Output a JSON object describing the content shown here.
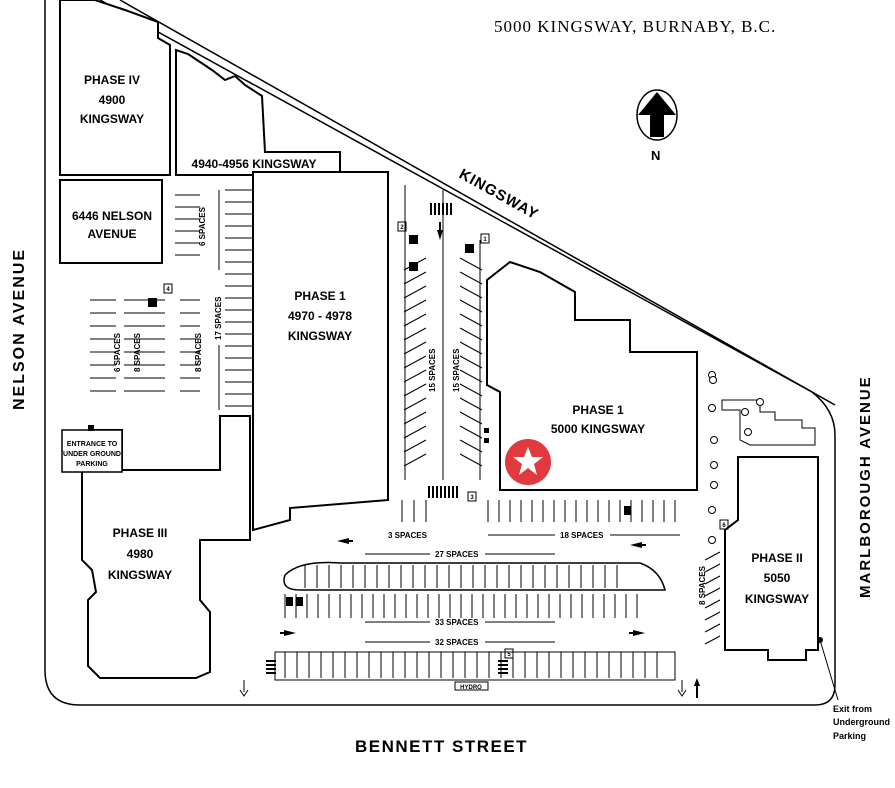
{
  "title": "5000 KINGSWAY, BURNABY, B.C.",
  "compass": {
    "label": "N",
    "icon": "north-arrow-icon"
  },
  "streets": {
    "kingsway": "KINGSWAY",
    "nelson": "NELSON AVENUE",
    "marlborough": "MARLBOROUGH AVENUE",
    "bennett": "BENNETT STREET"
  },
  "buildings": {
    "phase4": [
      "PHASE IV",
      "4900",
      "KINGSWAY"
    ],
    "b4940": "4940-4956 KINGSWAY",
    "nelson6446": [
      "6446 NELSON",
      "AVENUE"
    ],
    "phase1_4970": [
      "PHASE 1",
      "4970  -  4978",
      "KINGSWAY"
    ],
    "phase1_5000": [
      "PHASE 1",
      "5000 KINGSWAY"
    ],
    "phase3": [
      "PHASE III",
      "4980",
      "KINGSWAY"
    ],
    "phase2": [
      "PHASE II",
      "5050",
      "KINGSWAY"
    ]
  },
  "entrance": [
    "ENTRANCE TO",
    "UNDER GROUND",
    "PARKING"
  ],
  "exit": [
    "Exit  from",
    "Underground",
    "Parking"
  ],
  "hydro": "HYDRO",
  "parking": {
    "s6a": "6  SPACES",
    "s17": "17  SPACES",
    "s6b": "6  SPACES",
    "s8a": "8  SPACES",
    "s8b": "8  SPACES",
    "s15a": "15  SPACES",
    "s15b": "15  SPACES",
    "s3": "3  SPACES",
    "s18": "18  SPACES",
    "s27": "27  SPACES",
    "s33": "33  SPACES",
    "s32": "32  SPACES",
    "s8c": "8  SPACES"
  },
  "markers": [
    "1",
    "2",
    "3",
    "4",
    "5",
    "6"
  ],
  "highlight": {
    "icon": "star-location-icon",
    "color": "#e03a3e"
  }
}
